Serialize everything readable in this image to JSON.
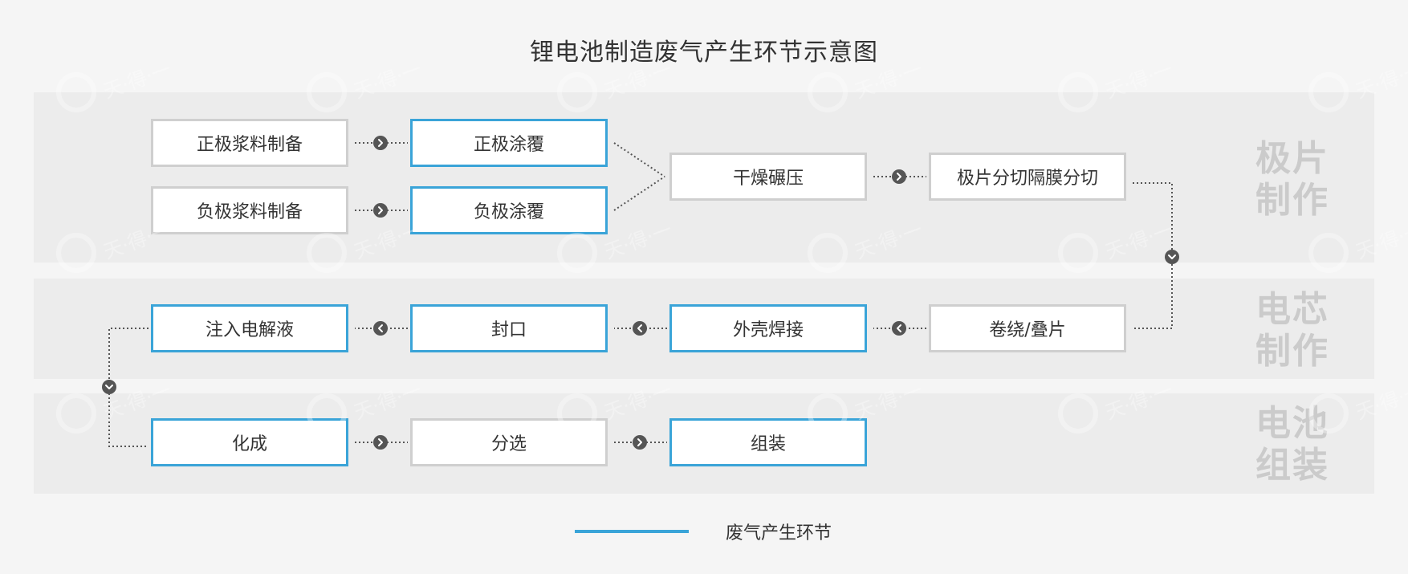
{
  "title": "锂电池制造废气产生环节示意图",
  "bands": [
    {
      "id": "electrode",
      "label": [
        "极片",
        "制作"
      ]
    },
    {
      "id": "cell",
      "label": [
        "电芯",
        "制作"
      ]
    },
    {
      "id": "pack",
      "label": [
        "电池",
        "组装"
      ]
    }
  ],
  "nodes": [
    {
      "id": "n1",
      "label": "正极浆料制备",
      "waste": false
    },
    {
      "id": "n2",
      "label": "正极涂覆",
      "waste": true
    },
    {
      "id": "n3",
      "label": "负极浆料制备",
      "waste": false
    },
    {
      "id": "n4",
      "label": "负极涂覆",
      "waste": true
    },
    {
      "id": "n5",
      "label": "干燥碾压",
      "waste": false
    },
    {
      "id": "n6",
      "label": "极片分切隔膜分切",
      "waste": false
    },
    {
      "id": "n7",
      "label": "卷绕/叠片",
      "waste": false
    },
    {
      "id": "n8",
      "label": "外壳焊接",
      "waste": true
    },
    {
      "id": "n9",
      "label": "封口",
      "waste": true
    },
    {
      "id": "n10",
      "label": "注入电解液",
      "waste": true
    },
    {
      "id": "n11",
      "label": "化成",
      "waste": true
    },
    {
      "id": "n12",
      "label": "分选",
      "waste": false
    },
    {
      "id": "n13",
      "label": "组装",
      "waste": true
    }
  ],
  "edges": [
    {
      "from": "n1",
      "to": "n2",
      "marker": "chevron-right-icon"
    },
    {
      "from": "n3",
      "to": "n4",
      "marker": "chevron-right-icon"
    },
    {
      "from": "n2",
      "to": "n5",
      "marker": "none"
    },
    {
      "from": "n4",
      "to": "n5",
      "marker": "none"
    },
    {
      "from": "n5",
      "to": "n6",
      "marker": "chevron-right-icon"
    },
    {
      "from": "n6",
      "to": "n7",
      "marker": "chevron-down-icon"
    },
    {
      "from": "n7",
      "to": "n8",
      "marker": "chevron-left-icon"
    },
    {
      "from": "n8",
      "to": "n9",
      "marker": "chevron-left-icon"
    },
    {
      "from": "n9",
      "to": "n10",
      "marker": "chevron-left-icon"
    },
    {
      "from": "n10",
      "to": "n11",
      "marker": "chevron-down-icon"
    },
    {
      "from": "n11",
      "to": "n12",
      "marker": "chevron-right-icon"
    },
    {
      "from": "n12",
      "to": "n13",
      "marker": "chevron-right-icon"
    }
  ],
  "legend": {
    "label": "废气产生环节",
    "color": "#3aa4d8"
  },
  "colors": {
    "waste_border": "#3aa4d8",
    "normal_border": "#cfcfcf",
    "band_background": "#ececec",
    "band_label": "#cbcbcb",
    "marker": "#555555",
    "connector": "#555555"
  },
  "watermark": "天·得·一"
}
